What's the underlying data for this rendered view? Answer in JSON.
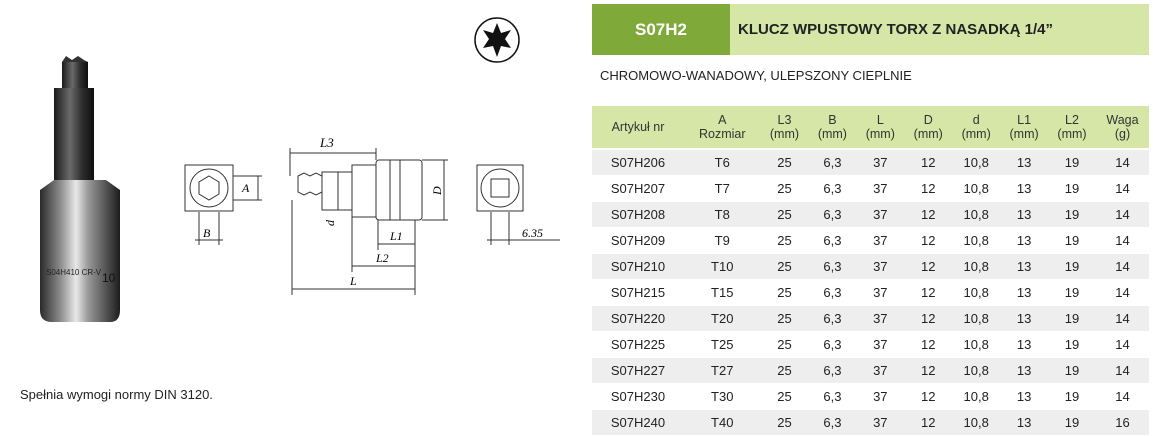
{
  "header": {
    "code": "S07H2",
    "title": "KLUCZ WPUSTOWY TORX Z NASADKĄ 1/4”"
  },
  "subtitle": "CHROMOWO-WANADOWY, ULEPSZONY CIEPLNIE",
  "norm_text": "Spełnia wymogi normy DIN 3120.",
  "drawing": {
    "labels": {
      "L3": "L3",
      "A": "A",
      "B": "B",
      "D": "D",
      "d": "d",
      "L1": "L1",
      "L2": "L2",
      "L": "L",
      "square": "6.35"
    },
    "tool_marking": "S04H410 CR-V",
    "tool_marking2": "10"
  },
  "icons": {
    "torx": "torx-star-icon"
  },
  "table": {
    "columns": [
      {
        "l1": "Artykuł nr",
        "l2": ""
      },
      {
        "l1": "A",
        "l2": "Rozmiar"
      },
      {
        "l1": "L3",
        "l2": "(mm)"
      },
      {
        "l1": "B",
        "l2": "(mm)"
      },
      {
        "l1": "L",
        "l2": "(mm)"
      },
      {
        "l1": "D",
        "l2": "(mm)"
      },
      {
        "l1": "d",
        "l2": "(mm)"
      },
      {
        "l1": "L1",
        "l2": "(mm)"
      },
      {
        "l1": "L2",
        "l2": "(mm)"
      },
      {
        "l1": "Waga",
        "l2": "(g)"
      }
    ],
    "rows": [
      [
        "S07H206",
        "T6",
        "25",
        "6,3",
        "37",
        "12",
        "10,8",
        "13",
        "19",
        "14"
      ],
      [
        "S07H207",
        "T7",
        "25",
        "6,3",
        "37",
        "12",
        "10,8",
        "13",
        "19",
        "14"
      ],
      [
        "S07H208",
        "T8",
        "25",
        "6,3",
        "37",
        "12",
        "10,8",
        "13",
        "19",
        "14"
      ],
      [
        "S07H209",
        "T9",
        "25",
        "6,3",
        "37",
        "12",
        "10,8",
        "13",
        "19",
        "14"
      ],
      [
        "S07H210",
        "T10",
        "25",
        "6,3",
        "37",
        "12",
        "10,8",
        "13",
        "19",
        "14"
      ],
      [
        "S07H215",
        "T15",
        "25",
        "6,3",
        "37",
        "12",
        "10,8",
        "13",
        "19",
        "14"
      ],
      [
        "S07H220",
        "T20",
        "25",
        "6,3",
        "37",
        "12",
        "10,8",
        "13",
        "19",
        "14"
      ],
      [
        "S07H225",
        "T25",
        "25",
        "6,3",
        "37",
        "12",
        "10,8",
        "13",
        "19",
        "14"
      ],
      [
        "S07H227",
        "T27",
        "25",
        "6,3",
        "37",
        "12",
        "10,8",
        "13",
        "19",
        "14"
      ],
      [
        "S07H230",
        "T30",
        "25",
        "6,3",
        "37",
        "12",
        "10,8",
        "13",
        "19",
        "14"
      ],
      [
        "S07H240",
        "T40",
        "25",
        "6,3",
        "37",
        "12",
        "10,8",
        "13",
        "19",
        "16"
      ]
    ]
  },
  "colors": {
    "green_dark": "#7faa3a",
    "green_light": "#d5e6a7",
    "row_alt": "#eeeeee"
  }
}
